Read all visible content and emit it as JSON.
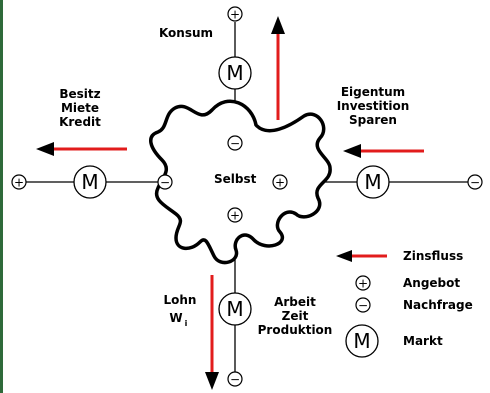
{
  "center": {
    "label": "Selbst"
  },
  "top": {
    "label": "Konsum"
  },
  "left": {
    "lines": [
      "Besitz",
      "Miete",
      "Kredit"
    ]
  },
  "right": {
    "lines": [
      "Eigentum",
      "Investition",
      "Sparen"
    ]
  },
  "bottom_left": {
    "line1": "Lohn",
    "line2": "W",
    "line2_sub": "i"
  },
  "bottom_right": {
    "lines": [
      "Arbeit",
      "Zeit",
      "Produktion"
    ]
  },
  "symbols": {
    "market": "M",
    "plus": "+",
    "minus": "−"
  },
  "legend": {
    "interest_flow": "Zinsfluss",
    "supply": "Angebot",
    "demand": "Nachfrage",
    "market": "Markt"
  },
  "colors": {
    "arrow": "#e21c1c",
    "line": "#000000",
    "edge": "#2f6a3a"
  }
}
